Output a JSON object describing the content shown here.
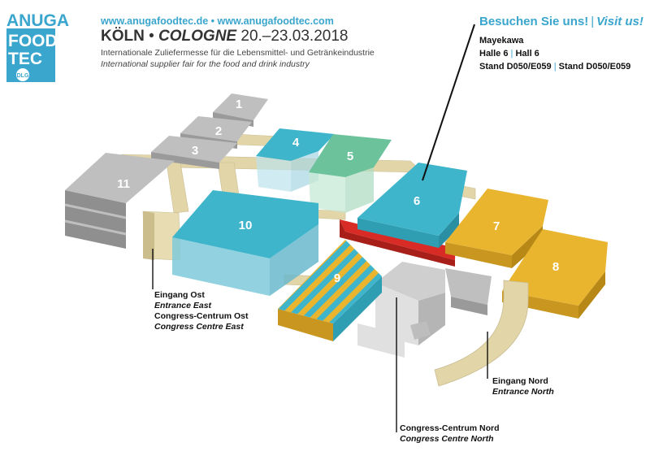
{
  "logo": {
    "line1": "ANUGA",
    "line2": "FOOD",
    "line3": "TEC",
    "badge": "DLG"
  },
  "header": {
    "urls": "www.anugafoodtec.de • www.anugafoodtec.com",
    "city_de": "KÖLN",
    "bullet": " • ",
    "city_en": "COLOGNE",
    "dates": " 20.–23.03.2018",
    "tagline_de": "Internationale Zuliefermesse für die Lebensmittel- und Getränkeindustrie",
    "tagline_en": "International supplier fair for the food and drink industry"
  },
  "visit": {
    "de": "Besuchen Sie uns!",
    "sep": "|",
    "en": "Visit us!",
    "exhibitor": "Mayekawa",
    "hall_de": "Halle 6",
    "hall_en": "Hall 6",
    "stand_de": "Stand D050/E059",
    "stand_en": "Stand D050/E059"
  },
  "halls": [
    "1",
    "2",
    "3",
    "4",
    "5",
    "6",
    "7",
    "8",
    "9",
    "10",
    "11"
  ],
  "labels": {
    "east_de": "Eingang Ost",
    "east_en": "Entrance East",
    "cc_east_de": "Congress-Centrum Ost",
    "cc_east_en": "Congress Centre East",
    "north_de": "Eingang Nord",
    "north_en": "Entrance North",
    "cc_north_de": "Congress-Centrum Nord",
    "cc_north_en": "Congress Centre North"
  },
  "colors": {
    "accent_blue": "#3aa5cd",
    "hall_blue": "#3fb5cc",
    "hall_green": "#6cc29a",
    "hall_yellow": "#e9b52e",
    "hall_red": "#d92b25",
    "hall_grey": "#b9b9b9",
    "walkway_beige": "#e2d5a8"
  },
  "icons": [
    "logo-icon",
    "dlg-badge-icon",
    "callout-pointer-icon"
  ]
}
